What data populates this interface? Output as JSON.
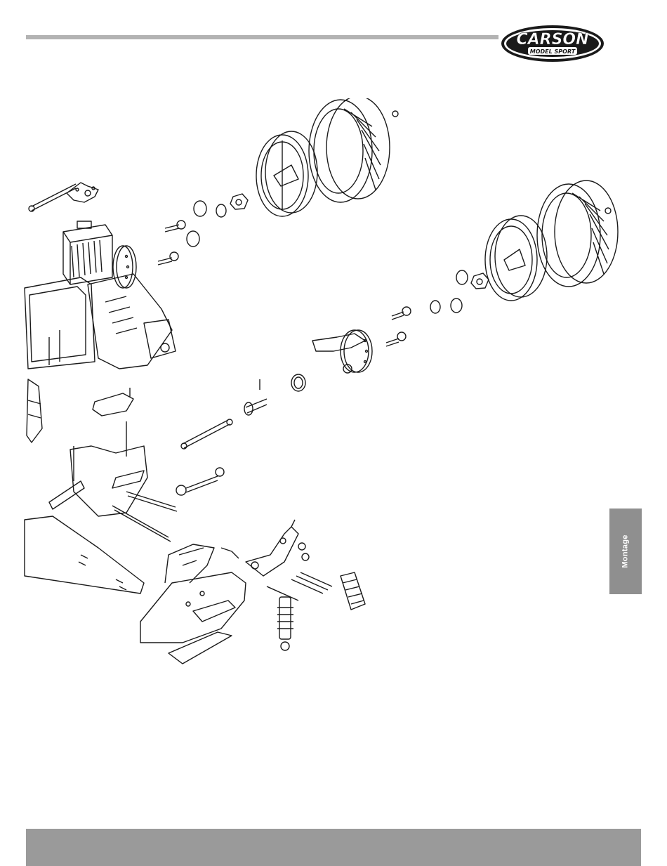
{
  "header": {
    "logo": {
      "brand": "CARSON",
      "tagline": "MODEL SPORT"
    }
  },
  "side_tab": {
    "label": "Montage"
  },
  "diagram": {
    "icon": "exploded-assembly-drawing",
    "parts": [
      "servo-linkage",
      "steering-servo",
      "brake-disc",
      "chassis-frame",
      "fuel-tank",
      "wheel-rim-left",
      "tire-left",
      "wheel-rim-right",
      "tire-right",
      "wheel-nut",
      "bearings",
      "ball-studs",
      "steering-knuckle",
      "drive-shaft",
      "bearing-ring",
      "wheel-axle",
      "turnbuckle",
      "hinge-pins",
      "front-bulkhead",
      "front-bumper",
      "shock-tower",
      "shock-absorber",
      "shock-boot",
      "chassis-plate"
    ]
  },
  "colors": {
    "rule": "#b3b3b3",
    "tab": "#8f8f8f",
    "footer": "#9a9a9a",
    "ink": "#1a1a1a"
  }
}
